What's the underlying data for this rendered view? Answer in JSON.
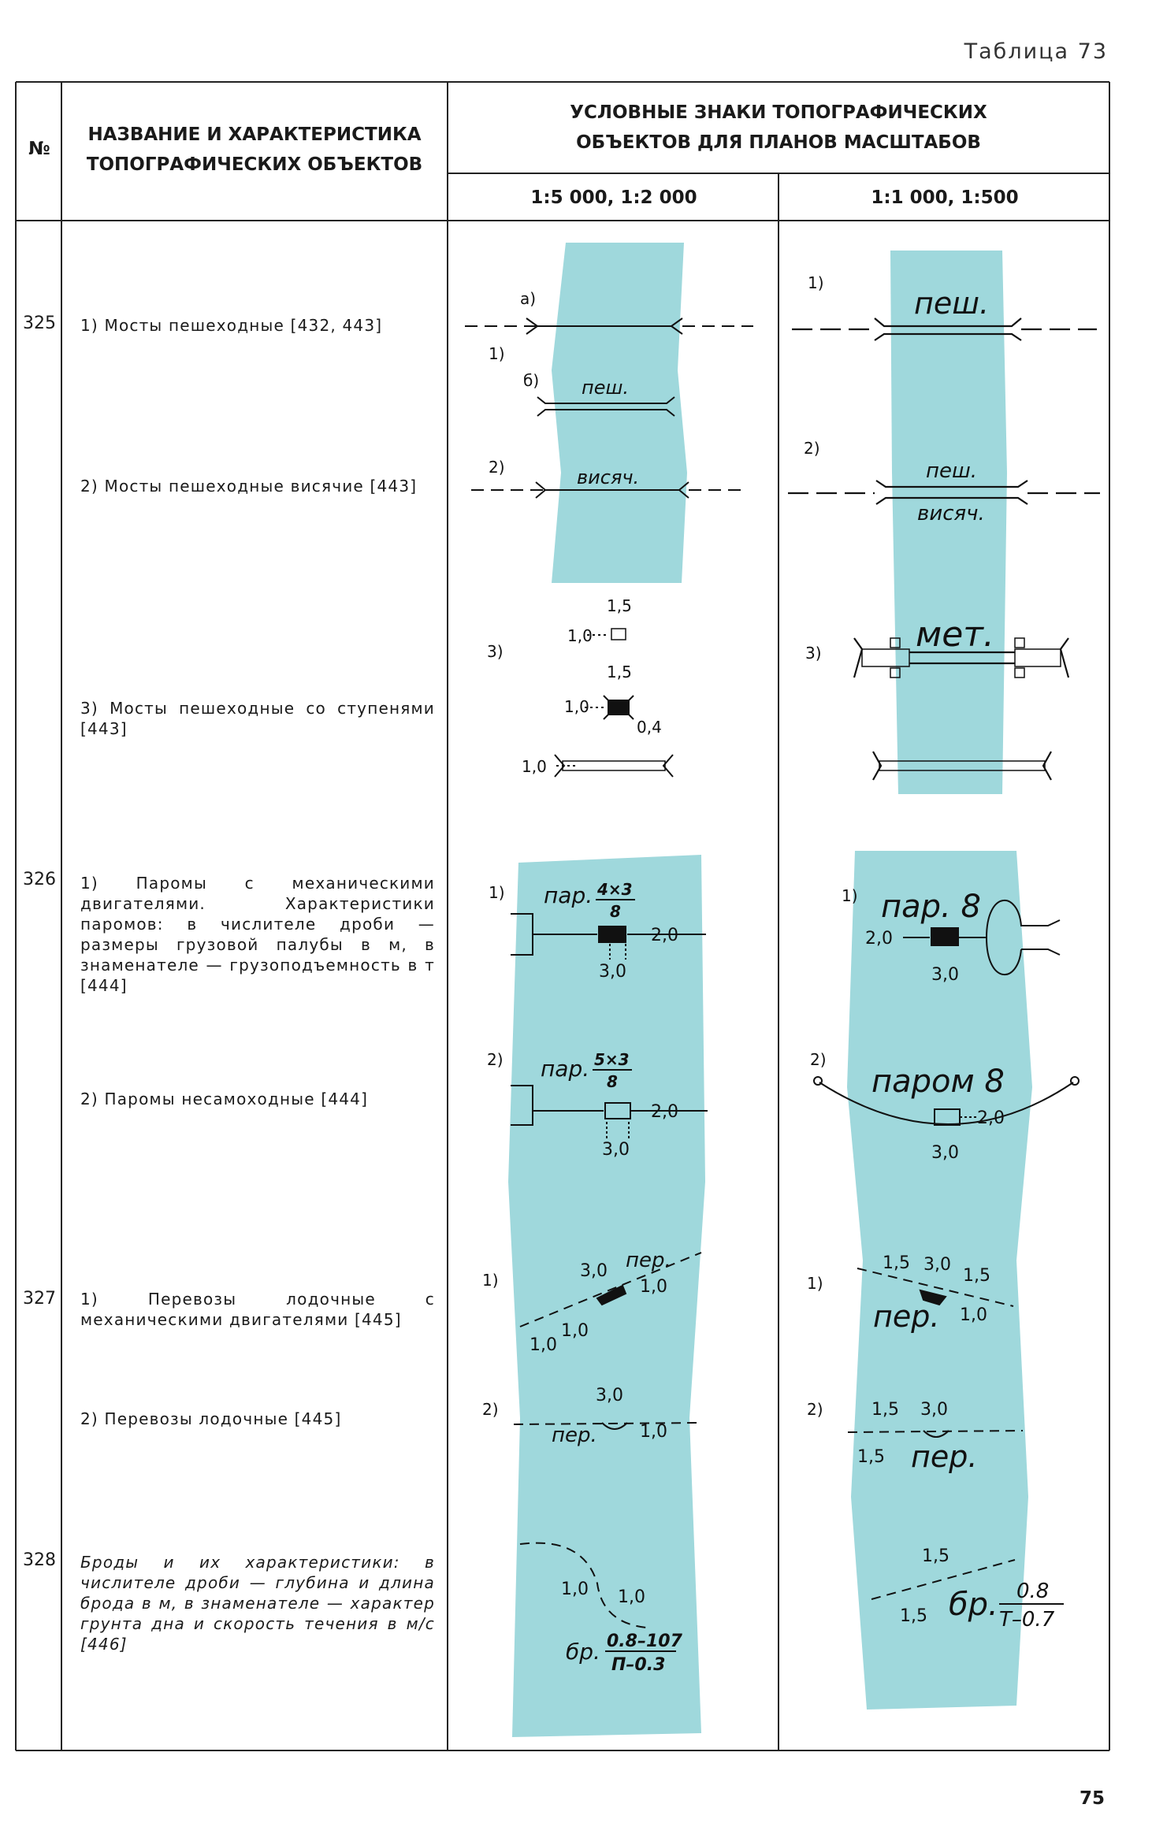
{
  "page": {
    "label": "Таблица 73",
    "number": "75"
  },
  "header": {
    "num": "№",
    "name_line1": "НАЗВАНИЕ И ХАРАКТЕРИСТИКА",
    "name_line2": "ТОПОГРАФИЧЕСКИХ ОБЪЕКТОВ",
    "signs_line1": "УСЛОВНЫЕ ЗНАКИ ТОПОГРАФИЧЕСКИХ",
    "signs_line2": "ОБЪЕКТОВ ДЛЯ ПЛАНОВ МАСШТАБОВ",
    "scale_a": "1:5 000, 1:2 000",
    "scale_b": "1:1 000, 1:500"
  },
  "rows": {
    "n325": "325",
    "n326": "326",
    "n327": "327",
    "n328": "328",
    "r325_1": "1) Мосты пешеходные [432, 443]",
    "r325_2": "2) Мосты пешеходные висячие [443]",
    "r325_3": "3) Мосты пешеходные со ступенями [443]",
    "r326_1": "1) Паромы с механическими двигателями. Характеристики паромов: в числителе дроби — размеры грузовой палубы в м, в знаменателе — грузоподъемность в т [444]",
    "r326_2": "2) Паромы несамоходные [444]",
    "r327_1": "1) Перевозы лодочные с механическими двигателями [445]",
    "r327_2": "2) Перевозы лодочные [445]",
    "r328": "Броды и их характеристики: в числителе дроби — глубина и длина брода в м, в знаменателе — характер грунта дна и скорость течения в м/с [446]"
  },
  "symbols": {
    "m1": "1)",
    "m2": "2)",
    "m3": "3)",
    "ma": "а)",
    "mb": "б)",
    "pesh": "пеш.",
    "visyach": "висяч.",
    "met": "мет.",
    "v15": "1,5",
    "v10": "1,0",
    "v04": "0,4",
    "v20": "2,0",
    "v30": "3,0",
    "par": "пар.",
    "par8": "пар. 8",
    "parom8": "паром 8",
    "frac1_num": "4×3",
    "frac1_den": "8",
    "frac2_num": "5×3",
    "frac2_den": "8",
    "per": "пер.",
    "br": "бр.",
    "br_a_num": "0.8–107",
    "br_a_den": "П–0.3",
    "br_b_num": "0.8",
    "br_b_den": "Т–0.7"
  },
  "colors": {
    "water": "#9fd8dc",
    "ink": "#111111"
  }
}
